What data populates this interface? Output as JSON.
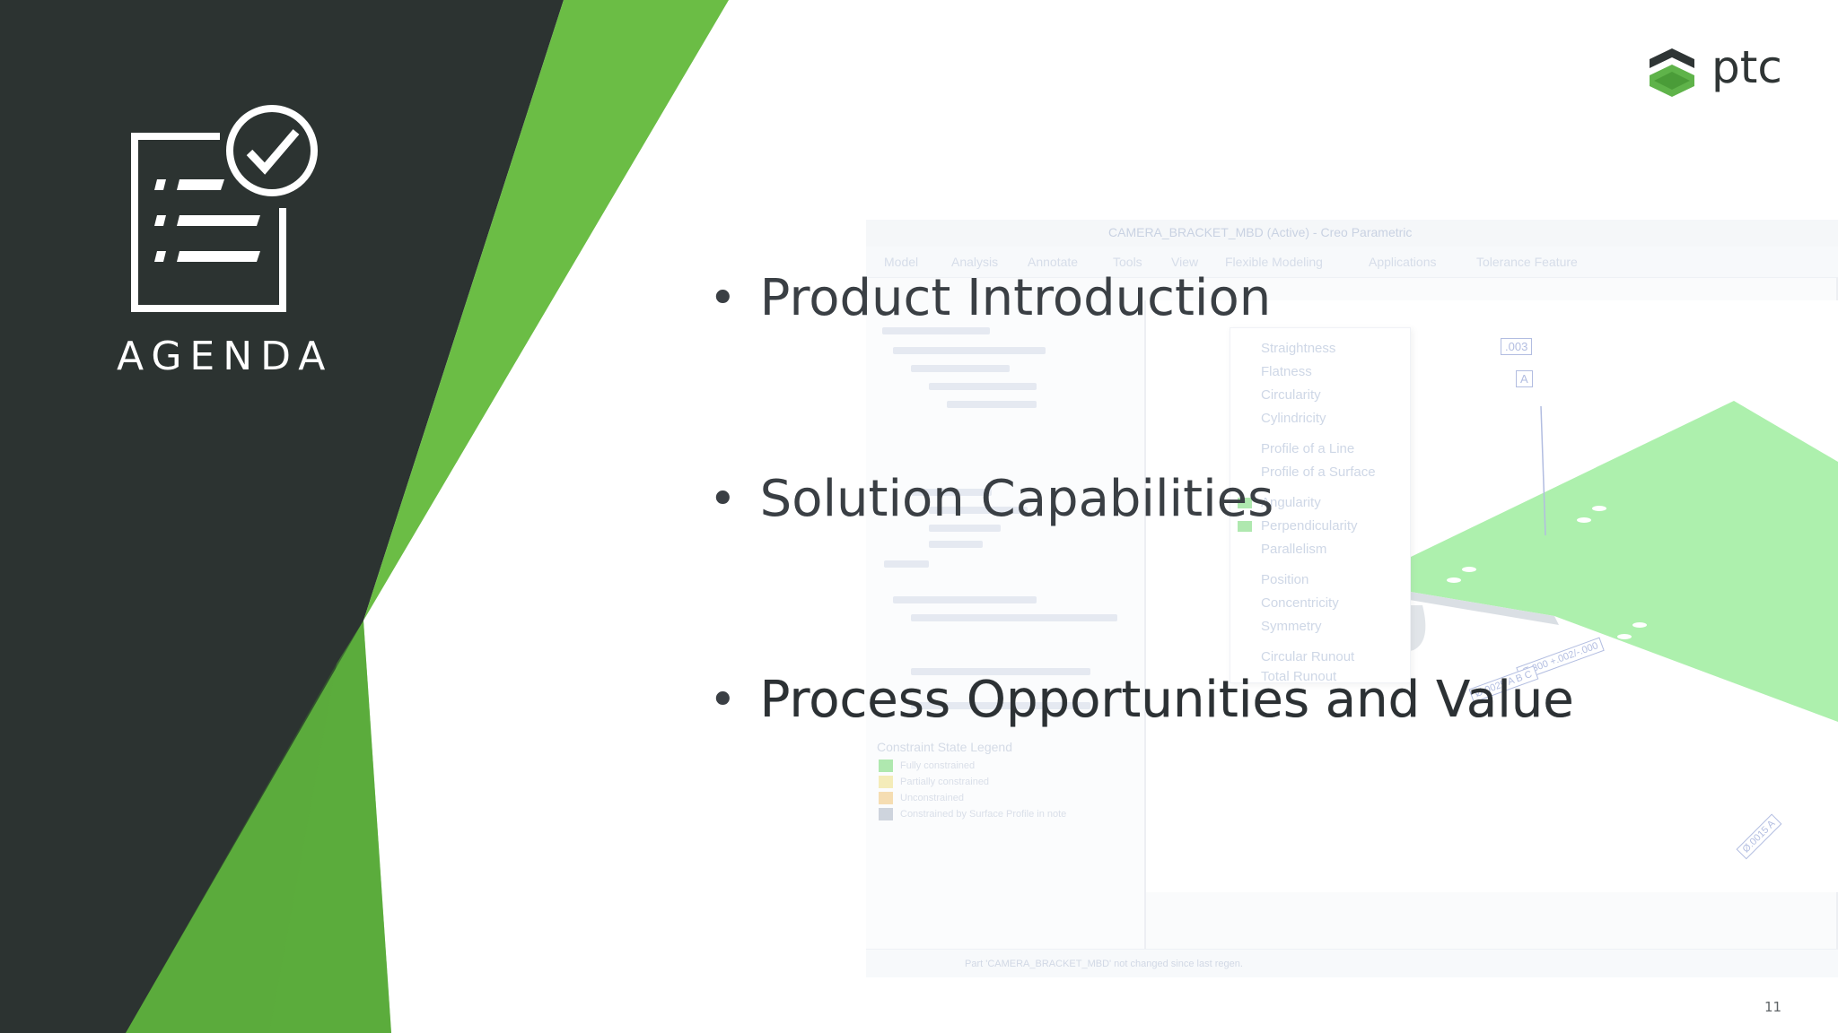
{
  "slide": {
    "section_title": "AGENDA",
    "logo_text": "ptc",
    "page_number": "11",
    "bullets": [
      {
        "text": "Product Introduction",
        "active": false
      },
      {
        "text": "Solution Capabilities",
        "active": false
      },
      {
        "text": "Process Opportunities and Value",
        "active": true
      }
    ]
  },
  "background_screenshot": {
    "window_title": "CAMERA_BRACKET_MBD (Active) - Creo Parametric",
    "ribbon_tabs": [
      "Model",
      "Analysis",
      "Annotate",
      "Tools",
      "View",
      "Flexible Modeling",
      "Applications",
      "Tolerance Feature"
    ],
    "gtol_menu": [
      "Straightness",
      "Flatness",
      "Circularity",
      "Cylindricity",
      "Profile of a Line",
      "Profile of a Surface",
      "Angularity",
      "Perpendicularity",
      "Parallelism",
      "Position",
      "Concentricity",
      "Symmetry",
      "Circular Runout",
      "Total Runout"
    ],
    "annotations": {
      "flatness_value": ".003",
      "datum": "A",
      "hole_callout": "Ø.300 +.002/-.000",
      "position_callout": "Ø.0025 A B C",
      "edge_callout": "Ø.0015 A"
    },
    "legend_title": "Constraint State Legend",
    "legend_items": [
      "Fully constrained",
      "Partially constrained",
      "Unconstrained",
      "Constrained by Surface Profile in note"
    ],
    "status_text": "Part 'CAMERA_BRACKET_MBD' not changed since last regen.",
    "colors": {
      "plate": "#3ddc3d",
      "annotation": "#4a64b8"
    }
  },
  "theme": {
    "dark_panel": "#2c3331",
    "green_bright": "#6bbd45",
    "green_mid": "#55a83a",
    "green_dark": "#3f8a2c"
  }
}
